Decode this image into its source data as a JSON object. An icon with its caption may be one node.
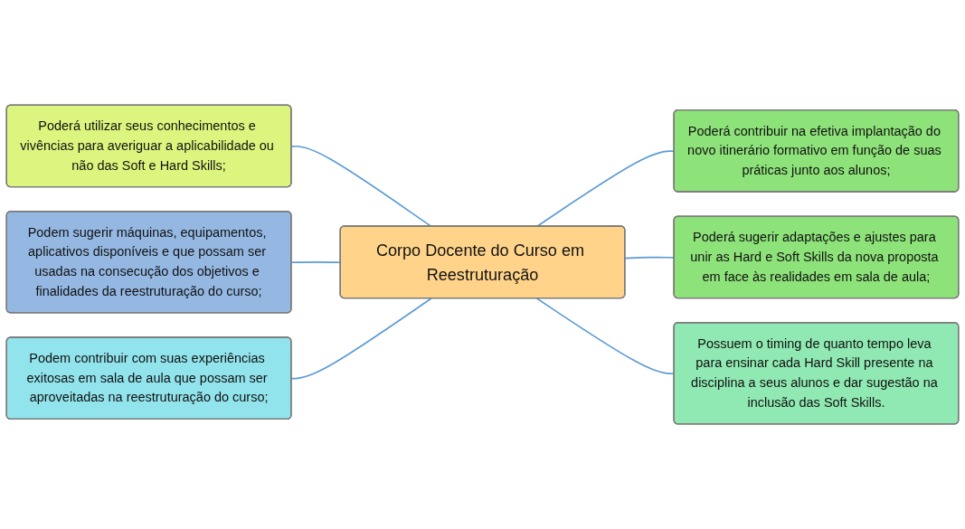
{
  "diagram": {
    "nodes": [
      {
        "text": [
          "Poderá utilizar seus conhecimentos e vivências para averiguar a aplicabilidade ou não das Soft e Hard Skills;"
        ]
      },
      {
        "text": [
          "Podem sugerir máquinas, equipamentos, aplicativos disponíveis e que possam ser usadas na consecução dos objetivos e finalidades da reestruturação do curso;"
        ]
      },
      {
        "text": [
          "Corpo Docente do Curso em Reestruturação"
        ]
      },
      {
        "text": [
          "Poderá contribuir na efetiva implantação do novo itinerário formativo em função de suas práticas junto aos alunos;"
        ]
      },
      {
        "text": [
          "Podem contribuir com suas experiências exitosas em sala de aula que possam ser aproveitadas na reestruturação do curso;"
        ]
      },
      {
        "text": [
          "Poderá sugerir adaptações e ajustes para unir as Hard e Soft Skills da nova proposta em face às realidades em sala de aula;"
        ]
      },
      {
        "text": [
          "Possuem o timing de quanto tempo leva para ensinar cada Hard Skill presente na disciplina a seus alunos e dar sugestão na inclusão das Soft Skills."
        ]
      }
    ],
    "edges": [
      {
        "from": 0,
        "to": 2,
        "arrow": "none"
      },
      {
        "from": 1,
        "to": 2,
        "arrow": "none"
      },
      {
        "from": 4,
        "to": 2,
        "arrow": "none"
      },
      {
        "from": 2,
        "to": 3,
        "arrow": "none"
      },
      {
        "from": 2,
        "to": 5,
        "arrow": "none"
      },
      {
        "from": 2,
        "to": 6,
        "arrow": "none"
      }
    ]
  }
}
